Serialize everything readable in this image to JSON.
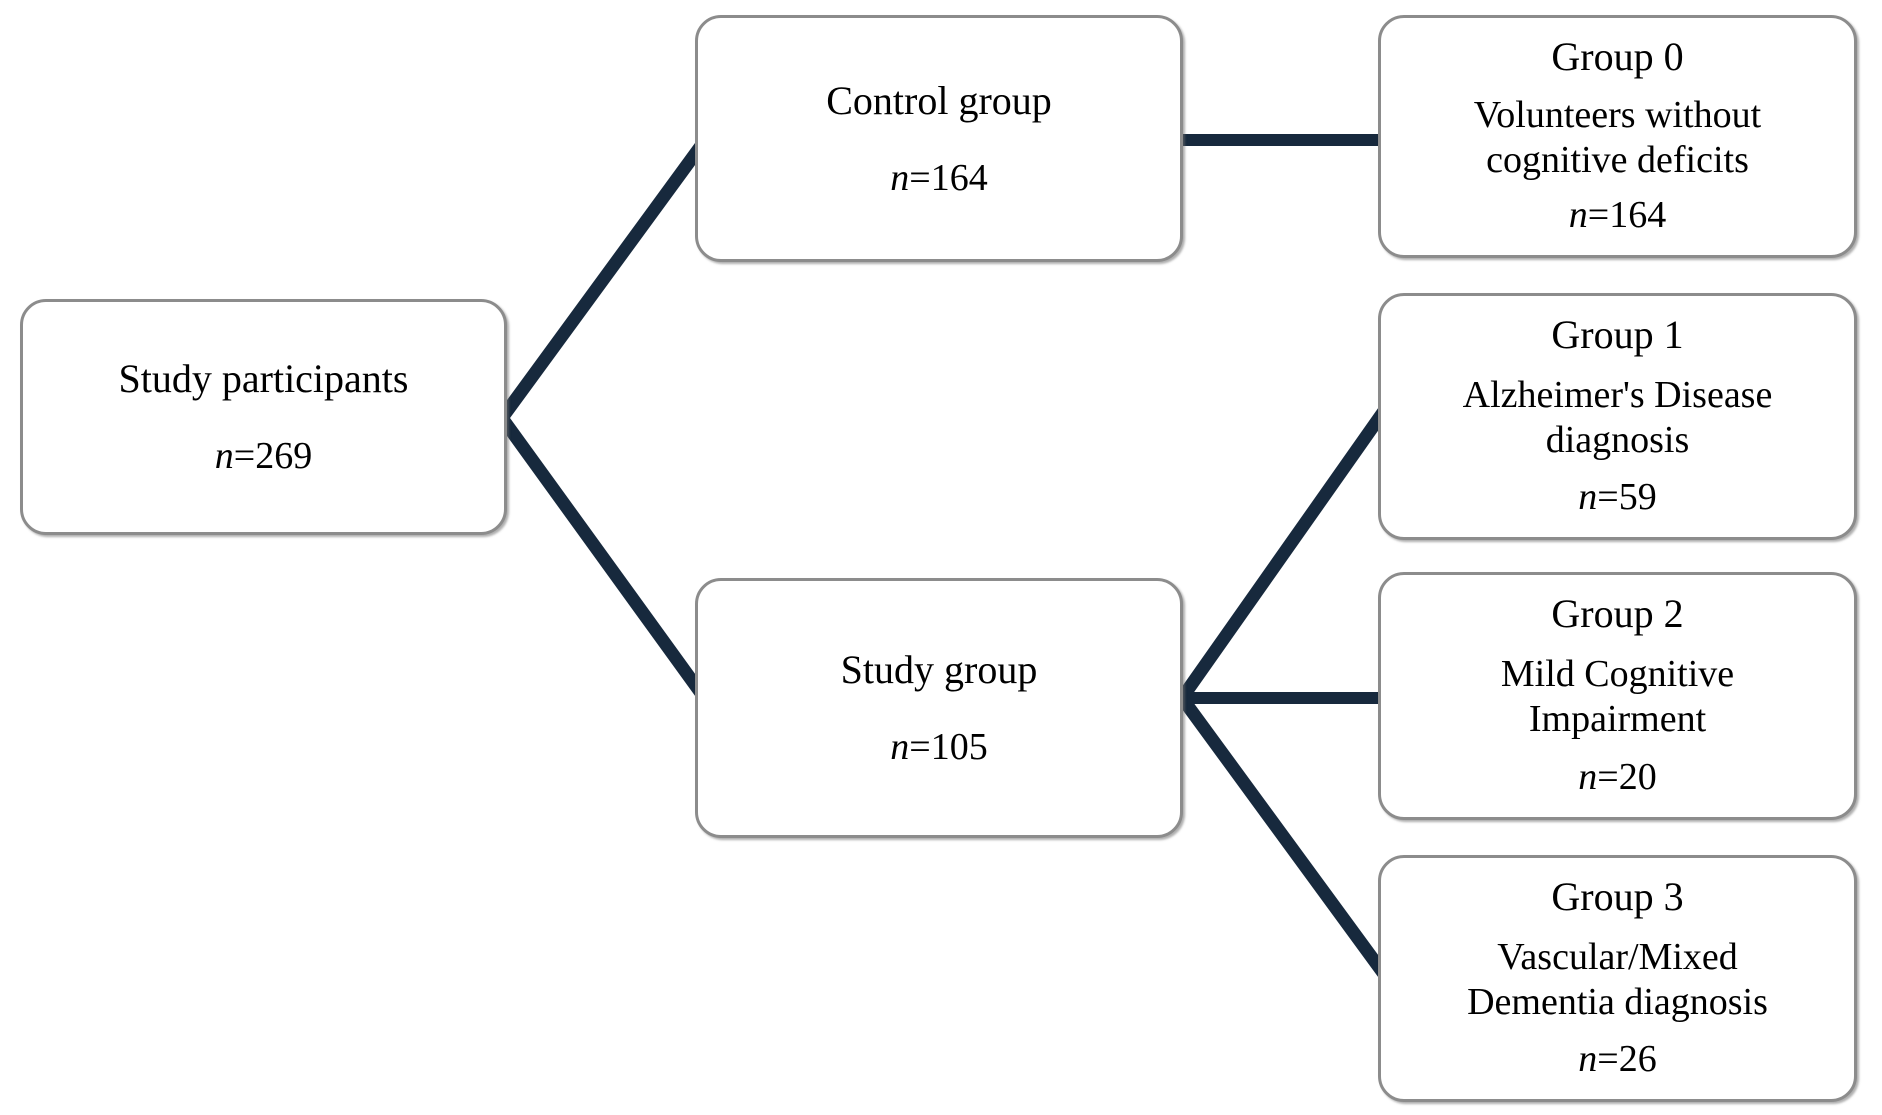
{
  "figure": {
    "description": "Flow diagram of study participants allocation into control and study groups"
  },
  "colors": {
    "edge_line": "#17293D",
    "box_border": "#8c8c8c",
    "box_background": "#ffffff",
    "text": "#000000"
  },
  "nodes": {
    "participants": {
      "title": "Study participants",
      "n_italic": "n",
      "n_rest": "=269"
    },
    "control": {
      "title": "Control group",
      "n_italic": "n",
      "n_rest": "=164"
    },
    "study": {
      "title": "Study group",
      "n_italic": "n",
      "n_rest": "=105"
    },
    "group0": {
      "title": "Group 0",
      "desc": "Volunteers without cognitive deficits",
      "n_italic": "n",
      "n_rest": "=164"
    },
    "group1": {
      "title": "Group 1",
      "desc": "Alzheimer's Disease diagnosis",
      "n_italic": "n",
      "n_rest": "=59"
    },
    "group2": {
      "title": "Group 2",
      "desc": "Mild Cognitive Impairment",
      "n_italic": "n",
      "n_rest": "=20"
    },
    "group3": {
      "title": "Group 3",
      "desc": "Vascular/Mixed Dementia diagnosis",
      "n_italic": "n",
      "n_rest": "=26"
    }
  },
  "edges": [
    {
      "from": "Study participants",
      "to": "Control group"
    },
    {
      "from": "Study participants",
      "to": "Study group"
    },
    {
      "from": "Control group",
      "to": "Group 0"
    },
    {
      "from": "Study group",
      "to": "Group 1"
    },
    {
      "from": "Study group",
      "to": "Group 2"
    },
    {
      "from": "Study group",
      "to": "Group 3"
    }
  ]
}
